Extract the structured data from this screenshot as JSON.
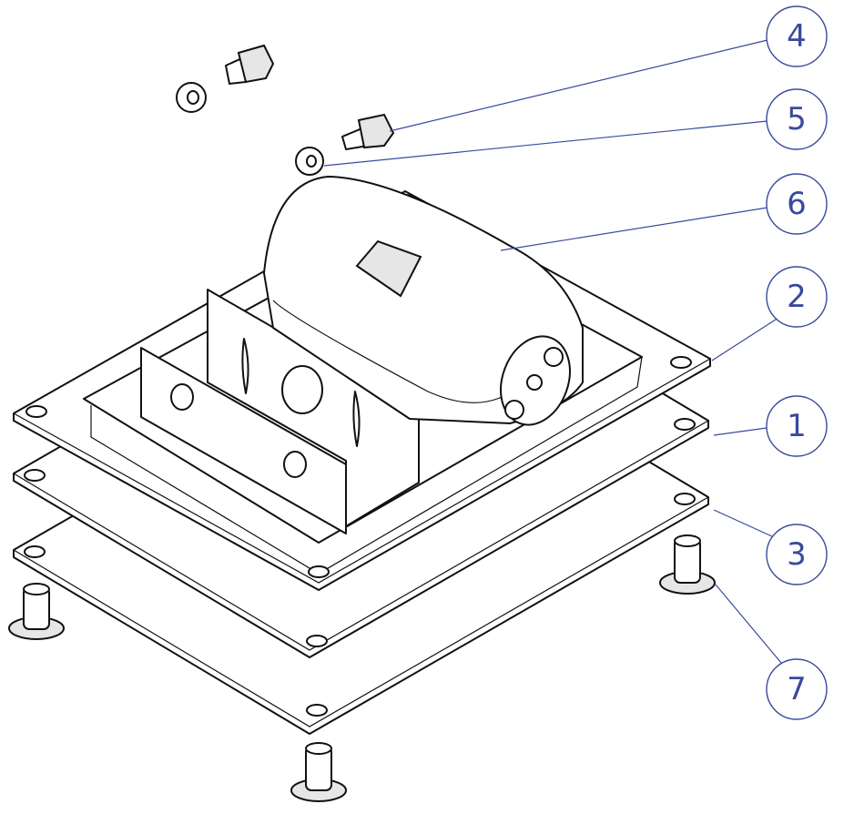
{
  "balloons": [
    {
      "label": "4",
      "part": "bolt"
    },
    {
      "label": "5",
      "part": "washer"
    },
    {
      "label": "6",
      "part": "camera-housing"
    },
    {
      "label": "2",
      "part": "top-flange-plate"
    },
    {
      "label": "1",
      "part": "middle-plate"
    },
    {
      "label": "3",
      "part": "bottom-plate"
    },
    {
      "label": "7",
      "part": "standoff-foot"
    }
  ],
  "colors": {
    "balloon": "#3a4a9c",
    "line": "#111111"
  }
}
